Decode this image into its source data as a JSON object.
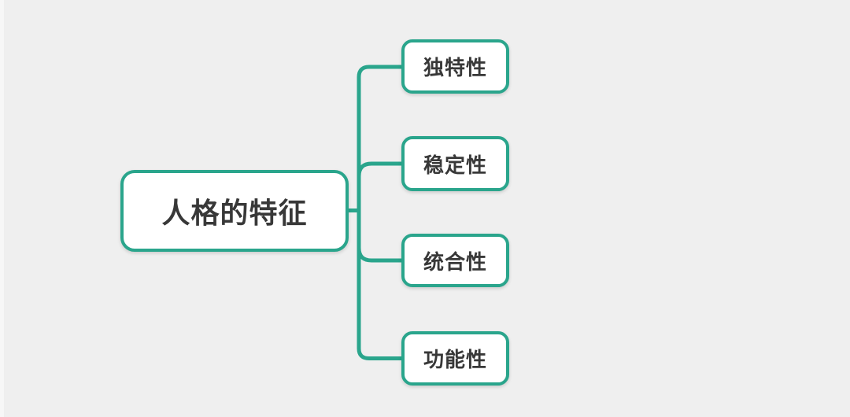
{
  "diagram": {
    "type": "mindmap",
    "title": "人格的特征",
    "root": {
      "label": "人格的特征"
    },
    "children": [
      {
        "label": "独特性"
      },
      {
        "label": "稳定性"
      },
      {
        "label": "统合性"
      },
      {
        "label": "功能性"
      }
    ],
    "colors": {
      "background": "#efefef",
      "node_fill": "#ffffff",
      "node_border": "#2aa58c",
      "connector": "#2aa58c",
      "text": "#383838"
    }
  }
}
